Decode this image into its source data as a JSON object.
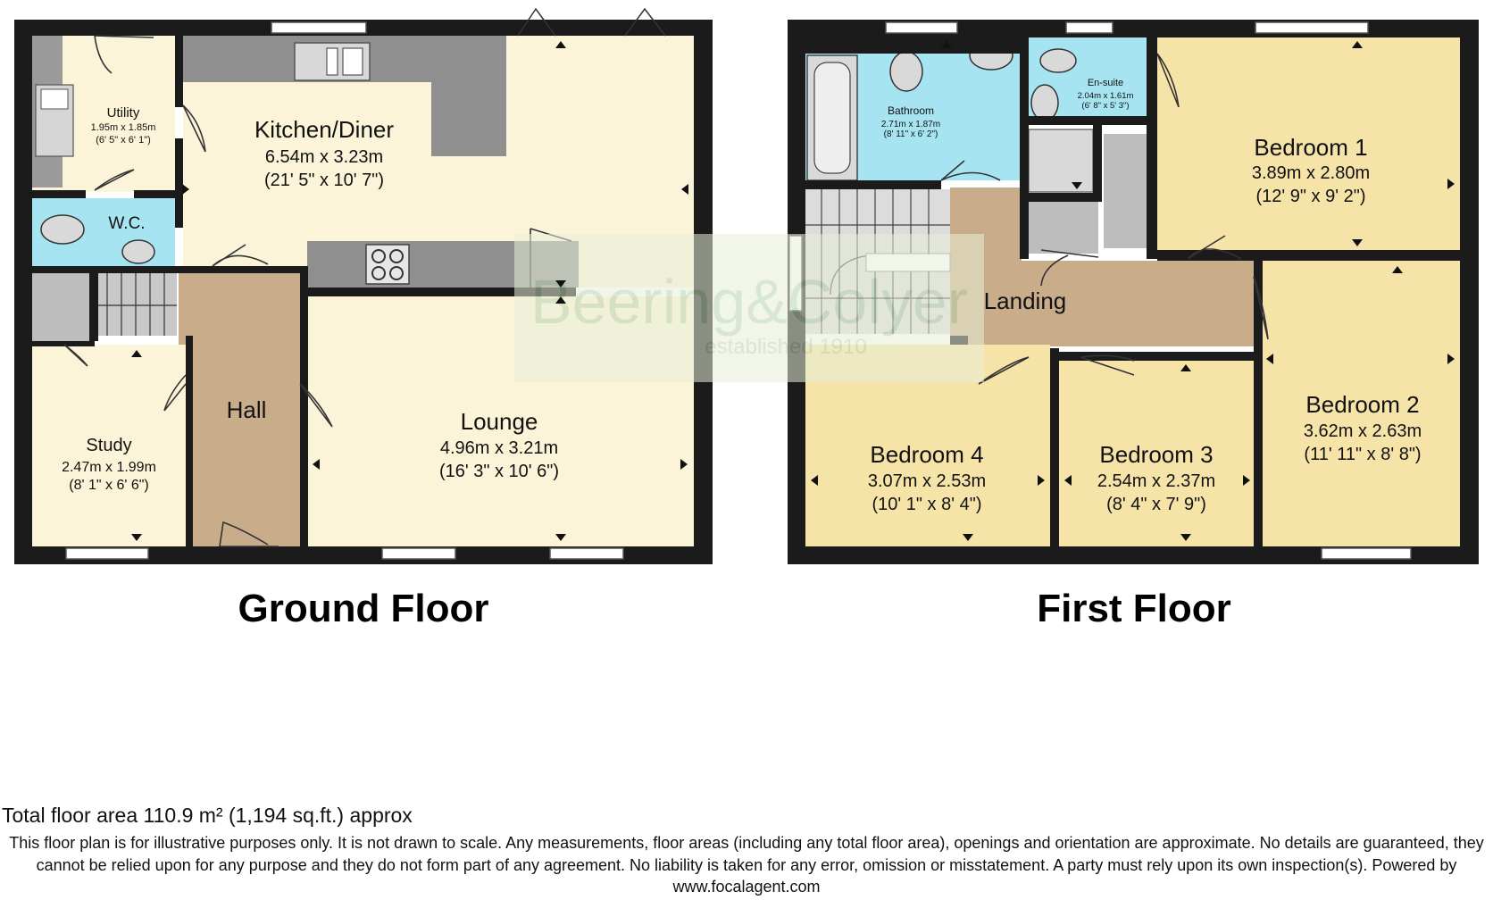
{
  "floors": [
    {
      "title": "Ground Floor"
    },
    {
      "title": "First Floor"
    }
  ],
  "rooms": {
    "utility": {
      "name": "Utility",
      "metric": "1.95m x 1.85m",
      "imperial": "(6' 5\" x 6' 1\")"
    },
    "kitchen": {
      "name": "Kitchen/Diner",
      "metric": "6.54m x 3.23m",
      "imperial": "(21' 5\" x 10' 7\")"
    },
    "wc": {
      "name": "W.C."
    },
    "hall": {
      "name": "Hall"
    },
    "study": {
      "name": "Study",
      "metric": "2.47m x 1.99m",
      "imperial": "(8' 1\" x 6' 6\")"
    },
    "lounge": {
      "name": "Lounge",
      "metric": "4.96m x 3.21m",
      "imperial": "(16' 3\" x 10' 6\")"
    },
    "bathroom": {
      "name": "Bathroom",
      "metric": "2.71m x 1.87m",
      "imperial": "(8' 11\" x 6' 2\")"
    },
    "ensuite": {
      "name": "En-suite",
      "metric": "2.04m x 1.61m",
      "imperial": "(6' 8\" x 5' 3\")"
    },
    "bedroom1": {
      "name": "Bedroom 1",
      "metric": "3.89m x 2.80m",
      "imperial": "(12' 9\" x 9' 2\")"
    },
    "landing": {
      "name": "Landing"
    },
    "bedroom2": {
      "name": "Bedroom 2",
      "metric": "3.62m x 2.63m",
      "imperial": "(11' 11\" x 8' 8\")"
    },
    "bedroom3": {
      "name": "Bedroom 3",
      "metric": "2.54m x 2.37m",
      "imperial": "(8' 4\" x 7' 9\")"
    },
    "bedroom4": {
      "name": "Bedroom 4",
      "metric": "3.07m x 2.53m",
      "imperial": "(10' 1\" x 8' 4\")"
    }
  },
  "watermark": {
    "name": "Beering&Colyer",
    "sub": "established 1910"
  },
  "footer": {
    "total_area": "Total floor area 110.9 m² (1,194 sq.ft.) approx",
    "disclaimer": "This floor plan is for illustrative purposes only. It is not drawn to scale. Any measurements, floor areas (including any total floor area), openings and orientation are approximate. No details are guaranteed, they cannot be relied upon for any purpose and they do not form part of any agreement. No liability is taken for any error, omission or misstatement. A party must rely upon its own inspection(s). Powered by www.focalagent.com"
  },
  "colors": {
    "cream": "#fbf4d8",
    "yellow": "#f5e3a7",
    "blue": "#a6e4f2",
    "hall": "#c9ad8b",
    "grey": "#8f8f8f",
    "light_grey": "#bdbdbd",
    "wall": "#1b1b1b"
  }
}
